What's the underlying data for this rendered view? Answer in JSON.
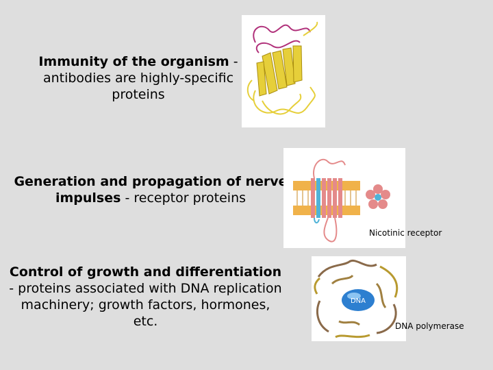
{
  "blocks": [
    {
      "bold": "Immunity of the organism",
      "text": " - antibodies are highly-specific proteins"
    },
    {
      "bold": "Generation and propagation of nerve impulses",
      "text": " - receptor proteins"
    },
    {
      "bold": "Control of growth and differentiation",
      "text": " - proteins associated with DNA replication machinery; growth factors, hormones, etc."
    }
  ],
  "captions": {
    "nicotinic": "Nicotinic receptor",
    "polymerase": "DNA polymerase"
  },
  "figures": {
    "dna_label": "DNA"
  },
  "colors": {
    "background": "#dedede",
    "antibody_strand": "#e6cf3a",
    "antibody_loop": "#b0307a",
    "membrane": "#f0b24a",
    "helix_pink": "#e48a8a",
    "helix_blue": "#4fb3d8",
    "dna_blue": "#2d7fd0"
  }
}
